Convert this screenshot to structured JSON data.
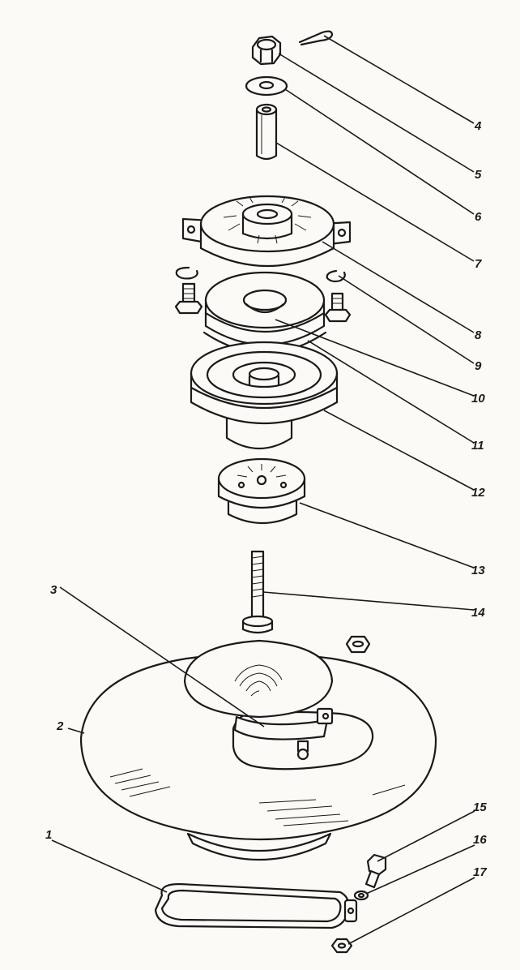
{
  "colors": {
    "ink": "#1a1a1a",
    "paper": "#fbfaf6"
  },
  "callouts": [
    "1",
    "2",
    "3",
    "4",
    "5",
    "6",
    "7",
    "8",
    "9",
    "10",
    "11",
    "12",
    "13",
    "14",
    "15",
    "16",
    "17"
  ]
}
